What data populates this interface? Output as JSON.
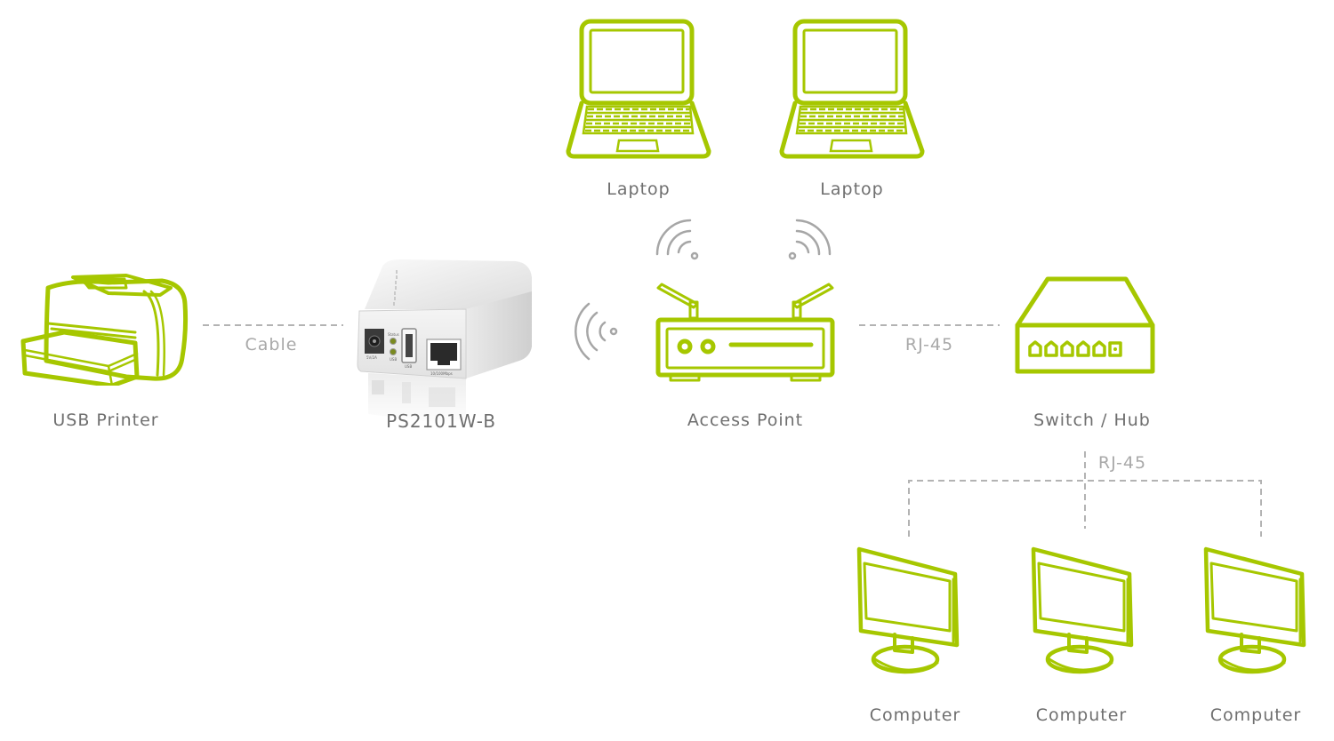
{
  "diagram": {
    "accent_color": "#A6C700",
    "nodes": {
      "usb_printer": {
        "label": "USB Printer",
        "icon": "printer-icon"
      },
      "print_server": {
        "label": "PS2101W-B",
        "icon": "print-server-device",
        "ports": [
          "5V/2A",
          "Status",
          "USB",
          "USB",
          "10/100Mbps"
        ]
      },
      "laptop_1": {
        "label": "Laptop",
        "icon": "laptop-icon"
      },
      "laptop_2": {
        "label": "Laptop",
        "icon": "laptop-icon"
      },
      "access_point": {
        "label": "Access Point",
        "icon": "router-icon"
      },
      "switch_hub": {
        "label": "Switch / Hub",
        "icon": "switch-icon"
      },
      "computer_1": {
        "label": "Computer",
        "icon": "monitor-icon"
      },
      "computer_2": {
        "label": "Computer",
        "icon": "monitor-icon"
      },
      "computer_3": {
        "label": "Computer",
        "icon": "monitor-icon"
      }
    },
    "links": [
      {
        "from": "usb_printer",
        "to": "print_server",
        "type": "wired",
        "label": "Cable"
      },
      {
        "from": "print_server",
        "to": "access_point",
        "type": "wireless",
        "label": ""
      },
      {
        "from": "access_point",
        "to": "laptop_1",
        "type": "wireless",
        "label": ""
      },
      {
        "from": "access_point",
        "to": "laptop_2",
        "type": "wireless",
        "label": ""
      },
      {
        "from": "access_point",
        "to": "switch_hub",
        "type": "wired",
        "label": "RJ-45"
      },
      {
        "from": "switch_hub",
        "to": "computer_1",
        "type": "wired",
        "label": "RJ-45"
      },
      {
        "from": "switch_hub",
        "to": "computer_2",
        "type": "wired",
        "label": "RJ-45"
      },
      {
        "from": "switch_hub",
        "to": "computer_3",
        "type": "wired",
        "label": "RJ-45"
      }
    ]
  }
}
